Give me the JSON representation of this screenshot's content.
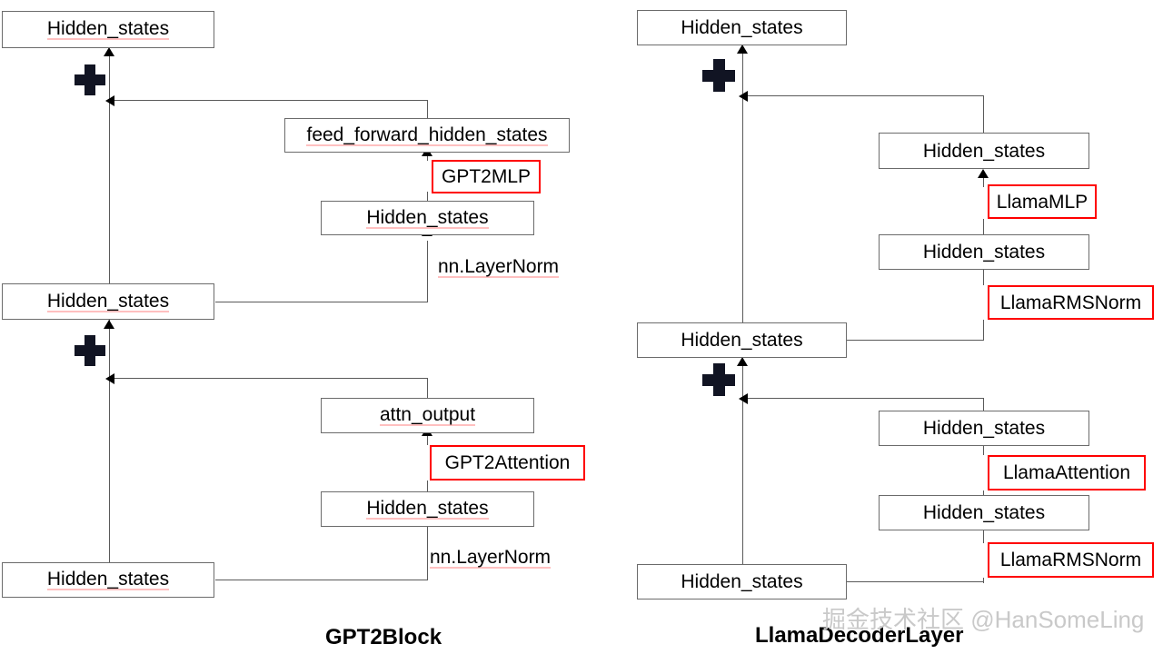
{
  "diagram": {
    "title": "Comparison of GPT2Block and LlamaDecoderLayer architectures",
    "type": "block-flow-diagram"
  },
  "colors": {
    "box_border": "#6b6b6b",
    "highlight_border": "#ff0000",
    "connector": "#5a5a5a",
    "plus_glyph": "#111423",
    "watermark": "#c9c9c9",
    "background": "#ffffff"
  },
  "left_panel": {
    "title": "GPT2Block",
    "nodes": {
      "output_hidden_states": "Hidden_states",
      "feed_forward_hidden_states": "feed_forward_hidden_states",
      "mlp_module": "GPT2MLP",
      "mlp_input_hidden_states": "Hidden_states",
      "mid_hidden_states": "Hidden_states",
      "attn_output": "attn_output",
      "attention_module": "GPT2Attention",
      "attn_input_hidden_states": "Hidden_states",
      "input_hidden_states": "Hidden_states"
    },
    "labels": {
      "norm_upper": "nn.LayerNorm",
      "norm_lower": "nn.LayerNorm"
    },
    "operators": {
      "residual_add_upper": "+",
      "residual_add_lower": "+"
    }
  },
  "right_panel": {
    "title": "LlamaDecoderLayer",
    "nodes": {
      "output_hidden_states": "Hidden_states",
      "mlp_output_hidden_states": "Hidden_states",
      "mlp_module": "LlamaMLP",
      "mlp_input_hidden_states": "Hidden_states",
      "post_attn_norm_module": "LlamaRMSNorm",
      "mid_hidden_states": "Hidden_states",
      "attn_output_hidden_states": "Hidden_states",
      "attention_module": "LlamaAttention",
      "attn_input_hidden_states": "Hidden_states",
      "input_norm_module": "LlamaRMSNorm",
      "input_hidden_states": "Hidden_states"
    },
    "operators": {
      "residual_add_upper": "+",
      "residual_add_lower": "+"
    }
  },
  "watermark": {
    "text": "掘金技术社区 @HanSomeLing"
  }
}
